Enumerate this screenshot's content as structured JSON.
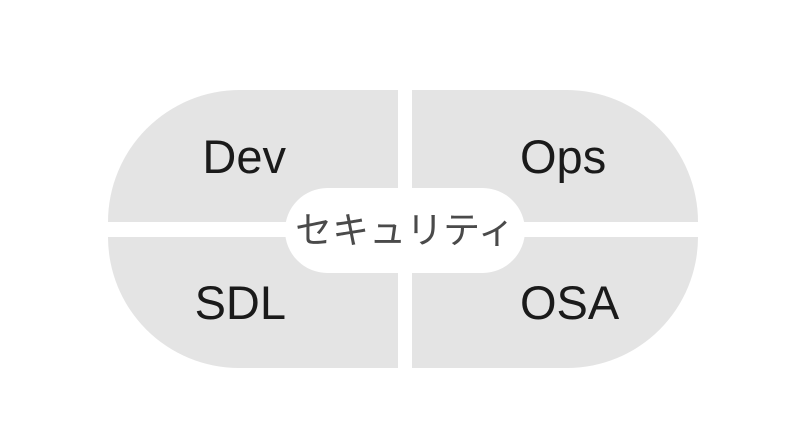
{
  "diagram": {
    "type": "quadrant-hub",
    "colors": {
      "background": "#ffffff",
      "quadrant_fill": "#e4e4e4",
      "quadrant_text": "#1a1a1a",
      "hub_fill": "#ffffff",
      "hub_text": "#4a4a4a"
    },
    "hub": {
      "label": "セキュリティ"
    },
    "quadrants": [
      {
        "position": "top-left",
        "label": "Dev"
      },
      {
        "position": "top-right",
        "label": "Ops"
      },
      {
        "position": "bottom-left",
        "label": "SDL"
      },
      {
        "position": "bottom-right",
        "label": "OSA"
      }
    ]
  }
}
